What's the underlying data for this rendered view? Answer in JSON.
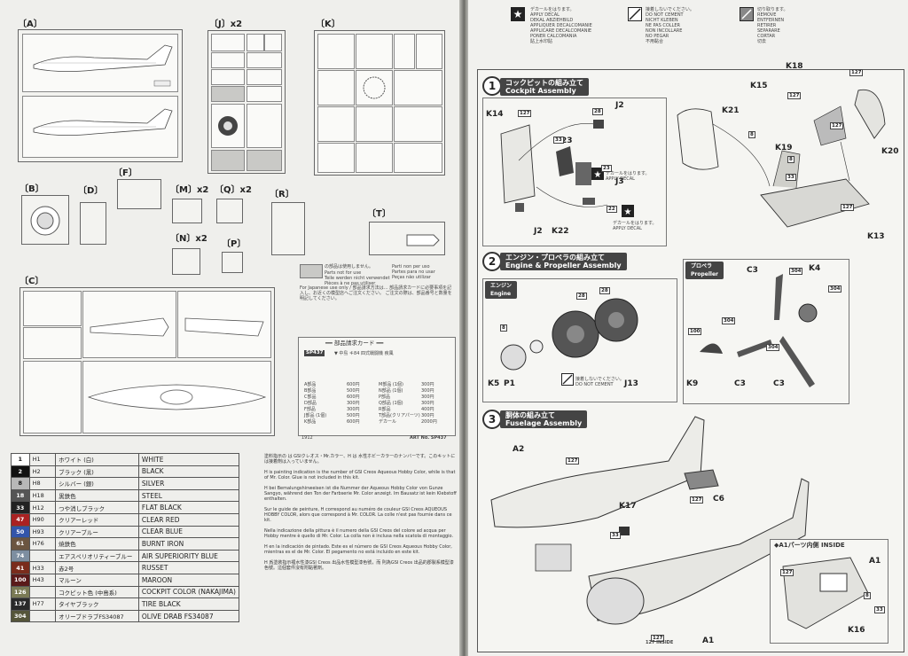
{
  "left_page": {
    "sprue_labels": {
      "A": "〔A〕",
      "J": "〔J〕x2",
      "K": "〔K〕",
      "F": "〔F〕",
      "B": "〔B〕",
      "D": "〔D〕",
      "M": "〔M〕x2",
      "Q": "〔Q〕x2",
      "R": "〔R〕",
      "N": "〔N〕x2",
      "P": "〔P〕",
      "T": "〔T〕",
      "C": "〔C〕"
    },
    "legend": {
      "jp": "の部品は使用しません。",
      "en": "Parts not for use\nTeile werden nicht verwendet\nPièces à ne pas utiliser",
      "es": "Parti non per uso\nPartes para no usar\nPeças não utilizar"
    },
    "card": {
      "title": "━━ 部品請求カード ━━",
      "code": "SP437",
      "prices": [
        {
          "k": "A部品",
          "v": "600円"
        },
        {
          "k": "M部品 (1個)",
          "v": "300円"
        },
        {
          "k": "B部品",
          "v": "500円"
        },
        {
          "k": "N部品 (1個)",
          "v": "300円"
        },
        {
          "k": "C部品",
          "v": "600円"
        },
        {
          "k": "P部品",
          "v": "300円"
        },
        {
          "k": "D部品",
          "v": "300円"
        },
        {
          "k": "Q部品 (1個)",
          "v": "300円"
        },
        {
          "k": "F部品",
          "v": "300円"
        },
        {
          "k": "R部品",
          "v": "400円"
        },
        {
          "k": "J部品 (1個)",
          "v": "500円"
        },
        {
          "k": "T部品(クリアパーツ)",
          "v": "300円"
        },
        {
          "k": "K部品",
          "v": "600円"
        },
        {
          "k": "デカール",
          "v": "2000円"
        }
      ],
      "code_left": "1912",
      "art_no": "ART No. SP437"
    },
    "paint_table": [
      {
        "n": "1",
        "h": "H1",
        "jp": "ホワイト (白)",
        "en": "WHITE",
        "c": "#ffffff"
      },
      {
        "n": "2",
        "h": "H2",
        "jp": "ブラック (黒)",
        "en": "BLACK",
        "c": "#111111"
      },
      {
        "n": "8",
        "h": "H8",
        "jp": "シルバー (銀)",
        "en": "SILVER",
        "c": "#b8b8b8"
      },
      {
        "n": "18",
        "h": "H18",
        "jp": "黒鉄色",
        "en": "STEEL",
        "c": "#555555"
      },
      {
        "n": "33",
        "h": "H12",
        "jp": "つや消しブラック",
        "en": "FLAT BLACK",
        "c": "#222222"
      },
      {
        "n": "47",
        "h": "H90",
        "jp": "クリアーレッド",
        "en": "CLEAR RED",
        "c": "#aa2222"
      },
      {
        "n": "50",
        "h": "H93",
        "jp": "クリアーブルー",
        "en": "CLEAR BLUE",
        "c": "#3355aa"
      },
      {
        "n": "61",
        "h": "H76",
        "jp": "焼鉄色",
        "en": "BURNT IRON",
        "c": "#6b5540"
      },
      {
        "n": "74",
        "h": "",
        "jp": "エアスペリオリティーブルー",
        "en": "AIR SUPERIORITY BLUE",
        "c": "#7d8ea0"
      },
      {
        "n": "41",
        "h": "H33",
        "jp": "赤2号",
        "en": "RUSSET",
        "c": "#7a2c1c"
      },
      {
        "n": "100",
        "h": "H43",
        "jp": "マルーン",
        "en": "MAROON",
        "c": "#5a1a1a"
      },
      {
        "n": "126",
        "h": "",
        "jp": "コクピット色 (中島系)",
        "en": "COCKPIT COLOR (NAKAJIMA)",
        "c": "#7a7a55"
      },
      {
        "n": "137",
        "h": "H77",
        "jp": "タイヤブラック",
        "en": "TIRE BLACK",
        "c": "#2a2a2a"
      },
      {
        "n": "304",
        "h": "",
        "jp": "オリーブドラブFS34087",
        "en": "OLIVE DRAB FS34087",
        "c": "#55553a"
      }
    ],
    "notes": [
      "塗料指示の は GSIクレオス・Mr.カラー、H は 水性ホビーカラーのナンバーです。このキットには接着剤は入っていません。",
      "H is painting indication is the number of GSI Creos Aqueous Hobby Color, while   is that of Mr. Color. Glue is not included in this kit.",
      "H bei Bemalungshinweisen ist die Nummer der Aqueous Hobby Color von Gunze Sangyo, während  den Ton der Farbserie Mr. Color anzeigt. Im Bausatz ist kein Klebstoff enthalten.",
      "Sur le guide de peinture, H correspond au numéro de couleur GSI Creos AQUEOUS HOBBY COLOR, alors que  correspond à Mr. COLOR. La colle n'est pas fournie dans ce kit.",
      "Nella indicazione della pittura è il numero della GSI Creos del colore ad acqua per Hobby mentre  è quello di Mr. Color. La colla non è inclusa nella scatola di montaggio.",
      "H en la indicación de pintado. Este es el número de GSI Creos Aqueous Hobby Color, mientras  es el de Mr. Color. El pegamento no está incluido en este kit.",
      "H 爲塗裝指示裡水性漆GSI Creos 出品水性模型漆色號，而  則為GSI Creos 出品的郡製系模型漆色號。這個套件沒有附黏著劑。"
    ]
  },
  "right_page": {
    "top_legend": [
      {
        "icon": "star-decal-icon",
        "text": "デカールをはります。\nAPPLY DECAL\nDEKAL ABZIEHBILD\nAPPLIQUER DECALCOMANIE\nAPPLICARE DECALCOMANIE\nPONER CALCOMANIA\n貼上水印貼"
      },
      {
        "icon": "no-cement-icon",
        "text": "接着しないでください。\nDO NOT CEMENT\nNICHT KLEBEN\nNE PAS COLLER\nNON INCOLLARE\nNO PEGAR\n不用黏合"
      },
      {
        "icon": "remove-icon",
        "text": "切り取ります。\nREMOVE\nENTFERNEN\nRETIRER\nSEPARARE\nCORTAR\n切去"
      }
    ],
    "step1": {
      "num": "1",
      "jp": "コックピットの組み立て",
      "en": "Cockpit Assembly",
      "parts": [
        "K14",
        "127",
        "J2",
        "28",
        "K23",
        "33",
        "23",
        "J3",
        "22",
        "J2",
        "K22",
        "K21",
        "8",
        "K15",
        "127",
        "K18",
        "127",
        "K19",
        "8",
        "33",
        "K20",
        "127",
        "127",
        "K13"
      ],
      "decal1": "デカールをはります。\nAPPLY DECAL",
      "decal2": "デカールをはります。\nAPPLY DECAL"
    },
    "step2": {
      "num": "2",
      "jp": "エンジン・プロペラの組み立て",
      "en": "Engine & Propeller Assembly",
      "engine_tag": "エンジン\nEngine",
      "prop_tag": "プロペラ\nPropeller",
      "parts": [
        "8",
        "28",
        "28",
        "K5",
        "P1",
        "J13",
        "C3",
        "304",
        "K4",
        "304",
        "304",
        "100",
        "K9",
        "C3",
        "304",
        "C3"
      ],
      "no_cement": "接着しないでください。\nDO NOT CEMENT"
    },
    "step3": {
      "num": "3",
      "jp": "胴体の組み立て",
      "en": "Fuselage Assembly",
      "parts": [
        "A2",
        "127",
        "C6",
        "127",
        "K17",
        "33",
        "127",
        "A1"
      ],
      "inset_title": "◆A1パーツ内側 INSIDE",
      "inset_parts": [
        "127",
        "A1",
        "8",
        "33",
        "K16"
      ],
      "inside_label": "127 INSIDE"
    }
  }
}
